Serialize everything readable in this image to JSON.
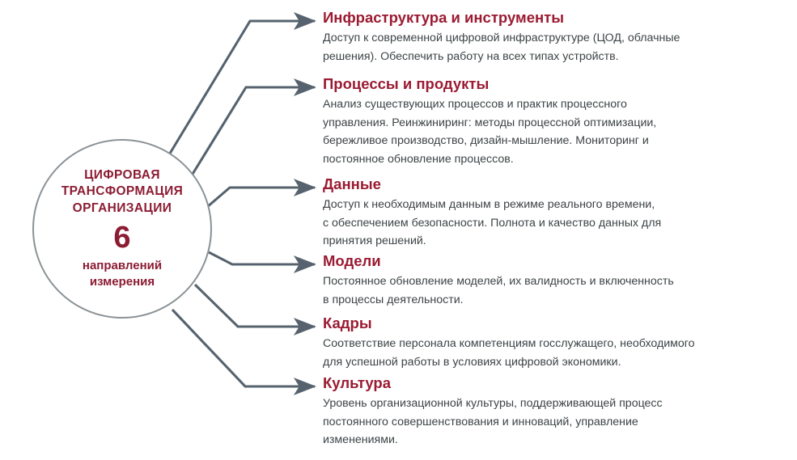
{
  "colors": {
    "accent_heading": "#9b1b32",
    "hub_text": "#8c1c33",
    "body_text": "#3d4346",
    "connector": "#56636e",
    "circle_stroke": "#8b9296",
    "background": "#ffffff"
  },
  "hub": {
    "title": "ЦИФРОВАЯ\nТРАНСФОРМАЦИЯ\nОРГАНИЗАЦИИ",
    "number": "6",
    "subtitle": "направлений\nизмерения"
  },
  "items": [
    {
      "title": "Инфраструктура и инструменты",
      "body": "Доступ к современной цифровой инфраструктуре (ЦОД, облачные\nрешения). Обеспечить работу на всех типах устройств."
    },
    {
      "title": "Процессы и продукты",
      "body": "Анализ существующих процессов и практик процессного\nуправления. Реинжиниринг: методы процессной оптимизации,\nбережливое производство, дизайн-мышление. Мониторинг и\nпостоянное обновление процессов."
    },
    {
      "title": "Данные",
      "body": "Доступ к необходимым данным в режиме реального времени,\nс обеспечением безопасности. Полнота и качество данных для\nпринятия решений."
    },
    {
      "title": "Модели",
      "body": "Постоянное обновление моделей, их валидность и включенность\nв процессы деятельности."
    },
    {
      "title": "Кадры",
      "body": "Соответствие персонала компетенциям госслужащего, необходимого\nдля успешной работы в условиях цифровой экономики."
    },
    {
      "title": "Культура",
      "body": "Уровень организационной культуры, поддерживающей процесс\nпостоянного совершенствования и инноваций, управление\nизменениями."
    }
  ]
}
